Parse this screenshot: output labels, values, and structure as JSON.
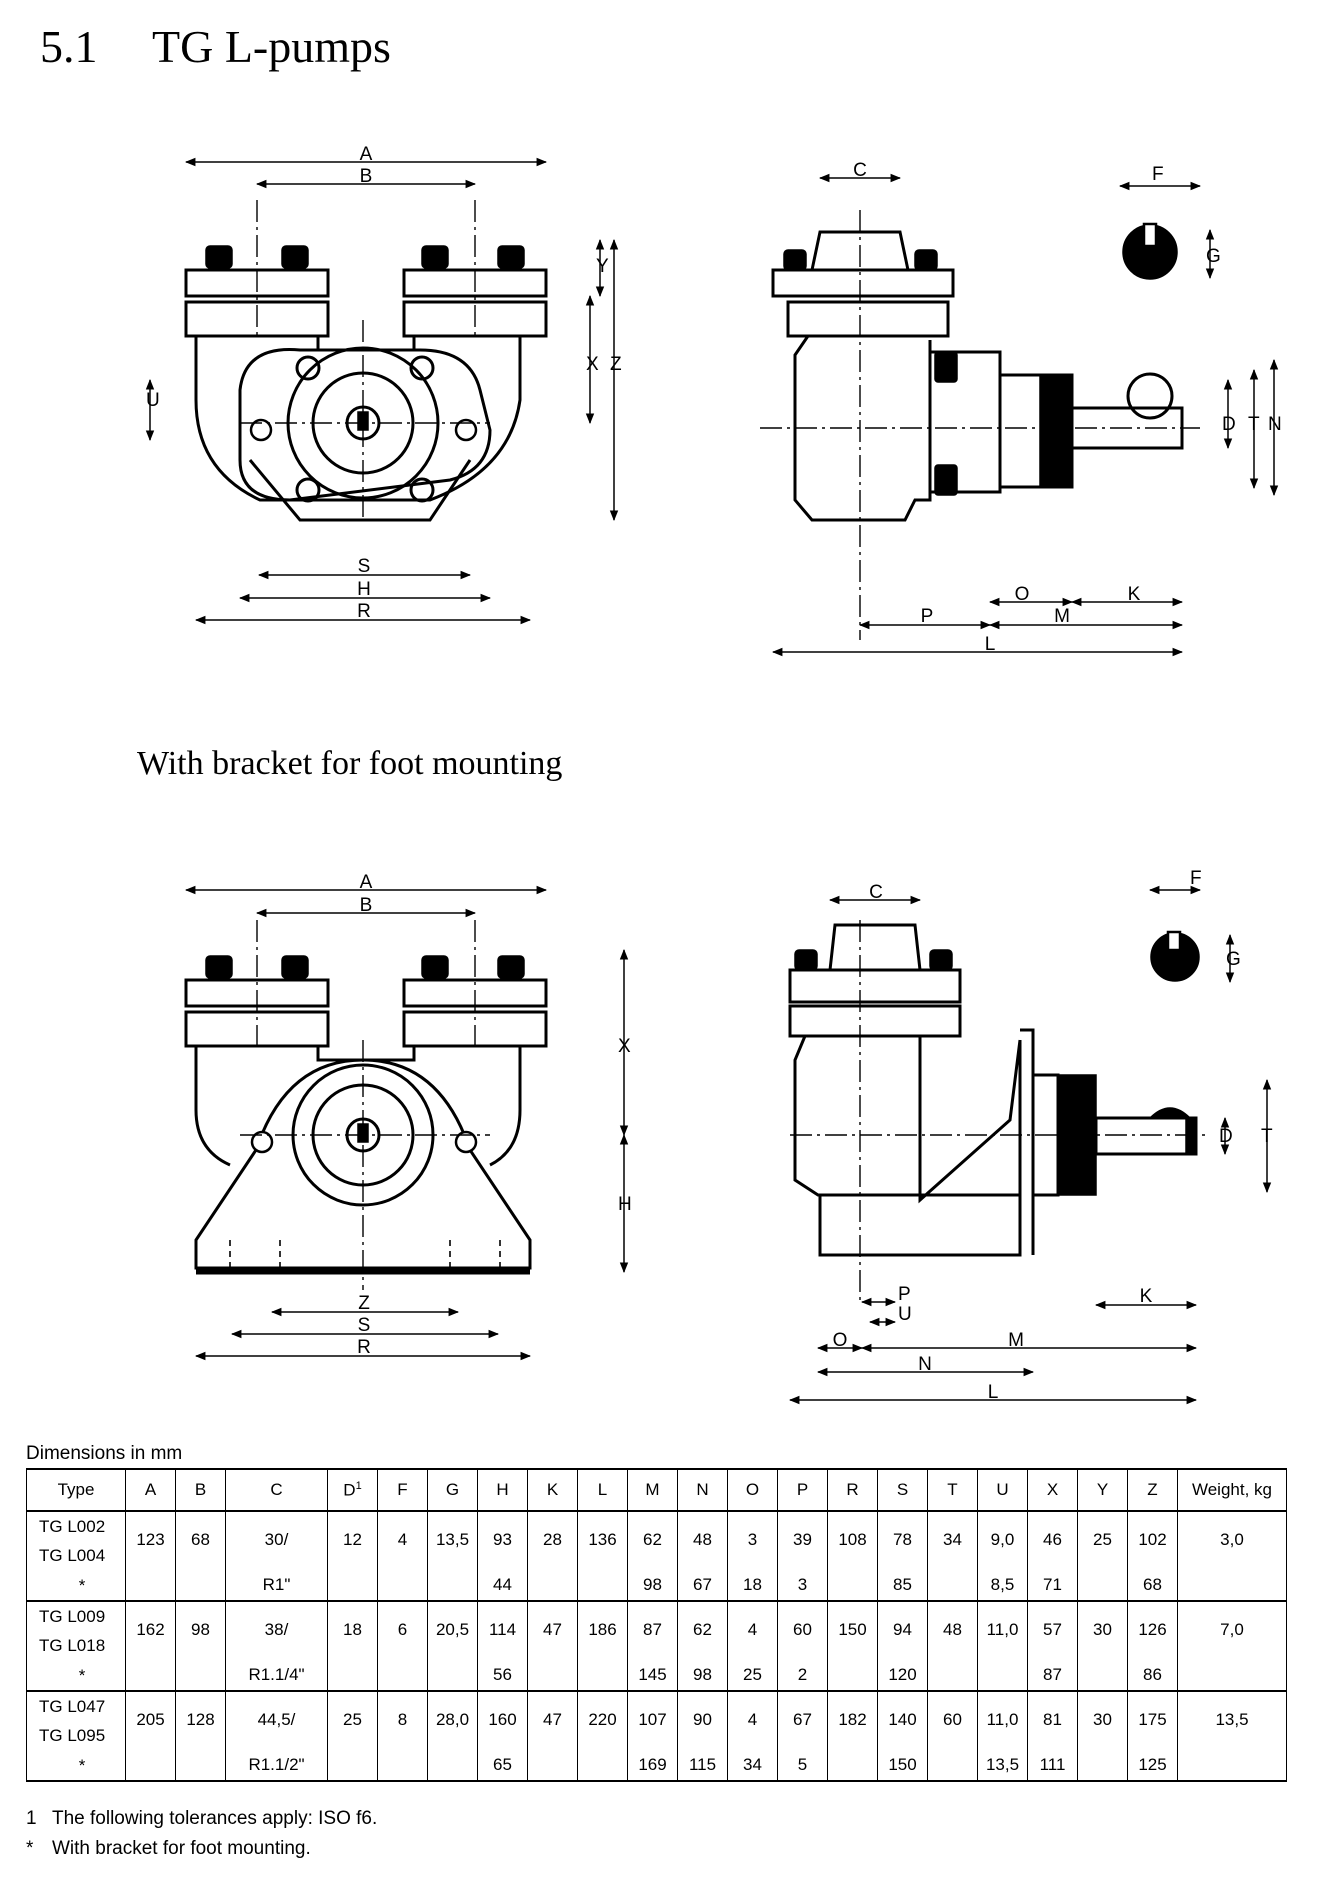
{
  "section": {
    "number": "5.1",
    "title": "TG L-pumps"
  },
  "subheading": "With bracket for foot mounting",
  "drawing_labels": {
    "front_top": [
      "A",
      "B",
      "Y",
      "X",
      "Z",
      "U",
      "S",
      "H",
      "R"
    ],
    "side_top": [
      "C",
      "F",
      "G",
      "D",
      "T",
      "N",
      "O",
      "K",
      "P",
      "M",
      "L"
    ],
    "front_bottom": [
      "A",
      "B",
      "X",
      "H",
      "Z",
      "S",
      "R"
    ],
    "side_bottom": [
      "C",
      "F",
      "G",
      "D",
      "T",
      "P",
      "U",
      "K",
      "O",
      "M",
      "N",
      "L"
    ]
  },
  "table": {
    "caption": "Dimensions in mm",
    "headers": [
      "Type",
      "A",
      "B",
      "C",
      "D",
      "F",
      "G",
      "H",
      "K",
      "L",
      "M",
      "N",
      "O",
      "P",
      "R",
      "S",
      "T",
      "U",
      "X",
      "Y",
      "Z",
      "Weight, kg"
    ],
    "d_superscript": "1",
    "groups": [
      {
        "types": [
          "TG L002",
          "TG L004",
          "*"
        ],
        "main": {
          "A": "123",
          "B": "68",
          "C": "30/",
          "D": "12",
          "F": "4",
          "G": "13,5",
          "H": "93",
          "K": "28",
          "L": "136",
          "M": "62",
          "N": "48",
          "O": "3",
          "P": "39",
          "R": "108",
          "S": "78",
          "T": "34",
          "U": "9,0",
          "X": "46",
          "Y": "25",
          "Z": "102",
          "W": "3,0"
        },
        "bracket": {
          "C": "R1\"",
          "H": "44",
          "M": "98",
          "N": "67",
          "O": "18",
          "P": "3",
          "S": "85",
          "U": "8,5",
          "X": "71",
          "Z": "68"
        }
      },
      {
        "types": [
          "TG L009",
          "TG L018",
          "*"
        ],
        "main": {
          "A": "162",
          "B": "98",
          "C": "38/",
          "D": "18",
          "F": "6",
          "G": "20,5",
          "H": "114",
          "K": "47",
          "L": "186",
          "M": "87",
          "N": "62",
          "O": "4",
          "P": "60",
          "R": "150",
          "S": "94",
          "T": "48",
          "U": "11,0",
          "X": "57",
          "Y": "30",
          "Z": "126",
          "W": "7,0"
        },
        "bracket": {
          "C": "R1.1/4\"",
          "H": "56",
          "M": "145",
          "N": "98",
          "O": "25",
          "P": "2",
          "S": "120",
          "U": "",
          "X": "87",
          "Z": "86"
        }
      },
      {
        "types": [
          "TG L047",
          "TG L095",
          "*"
        ],
        "main": {
          "A": "205",
          "B": "128",
          "C": "44,5/",
          "D": "25",
          "F": "8",
          "G": "28,0",
          "H": "160",
          "K": "47",
          "L": "220",
          "M": "107",
          "N": "90",
          "O": "4",
          "P": "67",
          "R": "182",
          "S": "140",
          "T": "60",
          "U": "11,0",
          "X": "81",
          "Y": "30",
          "Z": "175",
          "W": "13,5"
        },
        "bracket": {
          "C": "R1.1/2\"",
          "H": "65",
          "M": "169",
          "N": "115",
          "O": "34",
          "P": "5",
          "S": "150",
          "U": "13,5",
          "X": "111",
          "Z": "125"
        }
      }
    ]
  },
  "footnotes": [
    {
      "mark": "1",
      "text": "The following tolerances apply: ISO f6."
    },
    {
      "mark": "*",
      "text": "With bracket for foot mounting."
    }
  ]
}
